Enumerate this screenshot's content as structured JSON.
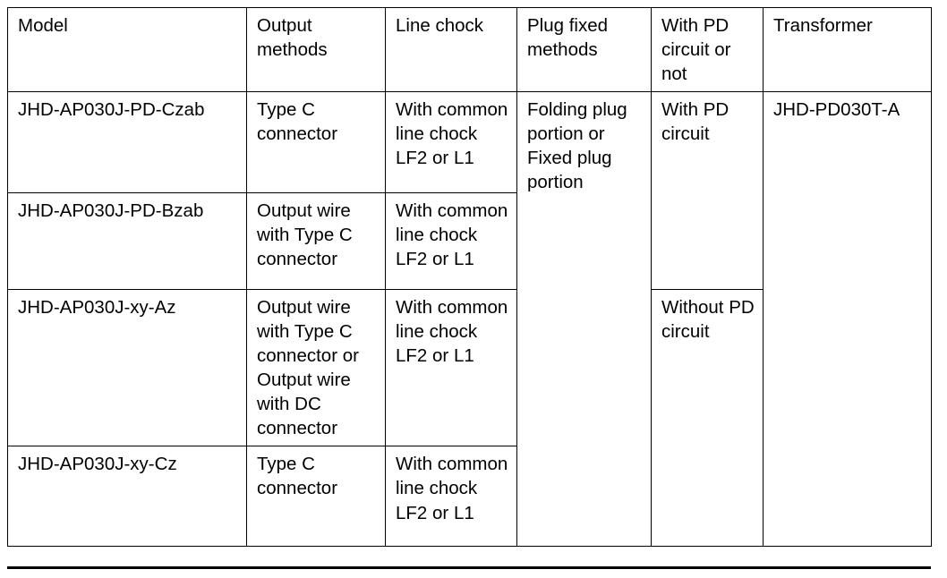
{
  "table": {
    "name": "product-model-specification-table",
    "columns": [
      {
        "key": "model",
        "header": "Model"
      },
      {
        "key": "output_methods",
        "header": "Output methods"
      },
      {
        "key": "line_chock",
        "header": "Line chock"
      },
      {
        "key": "plug_fixed_methods",
        "header": "Plug fixed methods"
      },
      {
        "key": "pd_circuit",
        "header": "With PD circuit or not"
      },
      {
        "key": "transformer",
        "header": "Transformer"
      }
    ],
    "rows": [
      {
        "model": "JHD-AP030J-PD-Czab",
        "output_methods": "Type C connector",
        "line_chock": "With common line chock LF2 or L1",
        "plug_fixed_methods": "Folding plug portion or Fixed plug portion",
        "pd_circuit": "With PD circuit",
        "transformer": "JHD-PD030T-A"
      },
      {
        "model": "JHD-AP030J-PD-Bzab",
        "output_methods": "Output wire with Type C connector",
        "line_chock": "With common line chock LF2 or L1"
      },
      {
        "model": "JHD-AP030J-xy-Az",
        "output_methods": "Output wire with Type C connector or Output wire with DC connector",
        "line_chock": "With common line chock LF2 or L1",
        "pd_circuit": "Without PD circuit"
      },
      {
        "model": "JHD-AP030J-xy-Cz",
        "output_methods": "Type C connector",
        "line_chock": "With common line chock LF2 or L1"
      }
    ],
    "merges": {
      "plug_fixed_methods_rowspan": 4,
      "transformer_rowspan": 4,
      "pd_circuit_with_rowspan": 2,
      "pd_circuit_without_rowspan": 2
    },
    "style": {
      "border_color": "#000000",
      "text_color": "#000000",
      "background_color": "#ffffff"
    }
  }
}
